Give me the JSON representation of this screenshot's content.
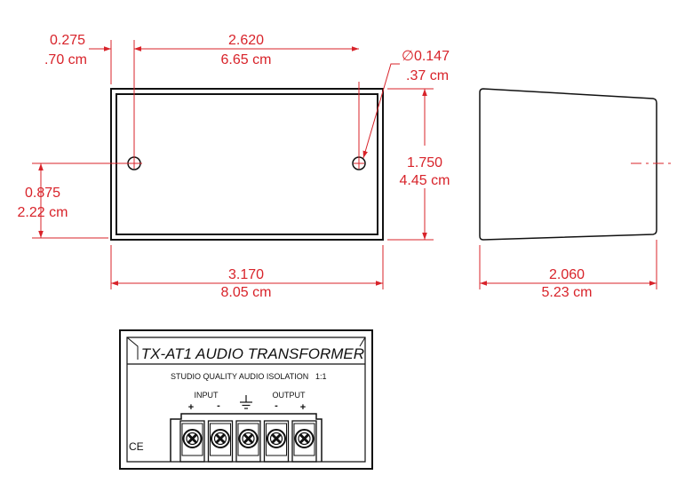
{
  "dimensions": {
    "hole_offset_in": "0.275",
    "hole_offset_cm": ".70 cm",
    "hole_spacing_in": "2.620",
    "hole_spacing_cm": "6.65 cm",
    "hole_diameter_in": "∅0.147",
    "hole_diameter_cm": ".37 cm",
    "hole_height_in": "0.875",
    "hole_height_cm": "2.22 cm",
    "height_in": "1.750",
    "height_cm": "4.45 cm",
    "width_in": "3.170",
    "width_cm": "8.05 cm",
    "depth_in": "2.060",
    "depth_cm": "5.23 cm"
  },
  "front_panel": {
    "title": "TX-AT1 AUDIO TRANSFORMER",
    "subtitle": "STUDIO QUALITY AUDIO ISOLATION",
    "ratio": "1:1",
    "input_label": "INPUT",
    "output_label": "OUTPUT",
    "input_plus": "+",
    "input_minus": "-",
    "output_minus": "-",
    "output_plus": "+",
    "ce_mark": "CE"
  },
  "colors": {
    "dimension": "#d8232a",
    "outline": "#111111"
  }
}
